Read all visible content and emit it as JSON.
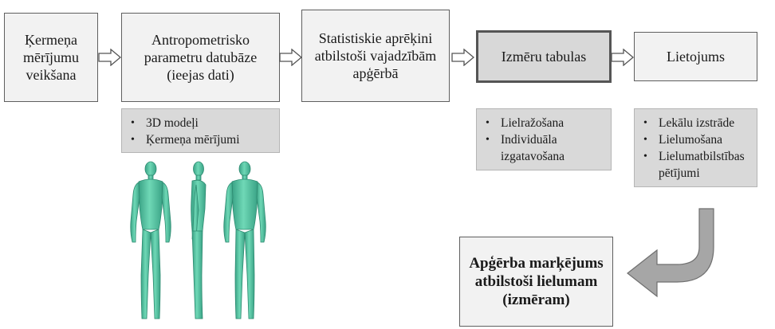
{
  "steps": [
    {
      "label": "Ķermeņa mērījumu veikšana"
    },
    {
      "label": "Antropometrisko parametru datubāze (ieejas dati)"
    },
    {
      "label": "Statistiskie aprēķini atbilstoši vajadzībām apģērbā"
    },
    {
      "label": "Izmēru tabulas"
    },
    {
      "label": "Lietojums"
    }
  ],
  "database_notes": [
    "3D modeļi",
    "Ķermeņa mērījumi"
  ],
  "size_table_notes": [
    "Lielražošana",
    "Individuāla izgatavošana"
  ],
  "application_notes": [
    "Lekālu izstrāde",
    "Lielumošana",
    "Lielumatbilstības pētījumi"
  ],
  "result": {
    "label": "Apģērba marķējums atbilstoši lielumam (izmēram)"
  },
  "colors": {
    "box_fill": "#f2f2f2",
    "highlight_fill": "#d8d8d8",
    "note_fill": "#d9d9d9",
    "arrow_fill": "#a6a6a6",
    "figure_fill": "#5cc8a6"
  }
}
